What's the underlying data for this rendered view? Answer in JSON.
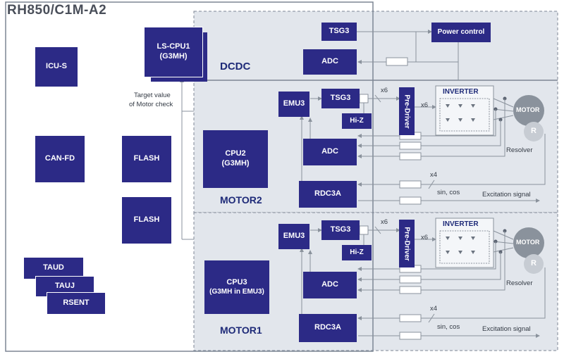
{
  "title": "RH850/C1M-A2",
  "domains": {
    "dcdc": "DCDC",
    "motor2": "MOTOR2",
    "motor1": "MOTOR1"
  },
  "blocks": {
    "icu_s": "ICU-S",
    "can_fd": "CAN-FD",
    "flash1": "FLASH",
    "flash2": "FLASH",
    "taud": "TAUD",
    "tauj": "TAUJ",
    "rsent": "RSENT",
    "ls_cpu1": "LS-CPU1",
    "ls_cpu1_sub": "(G3MH)",
    "cpu2": "CPU2",
    "cpu2_sub": "(G3MH)",
    "cpu3": "CPU3",
    "cpu3_sub": "(G3MH in EMU3)",
    "tsg3": "TSG3",
    "adc": "ADC",
    "emu3": "EMU3",
    "hiz": "Hi-Z",
    "rdc3a": "RDC3A",
    "power_control": "Power control",
    "pre_driver": "Pre-Driver",
    "inverter": "INVERTER",
    "motor": "MOTOR",
    "resolver_r": "R"
  },
  "notes": {
    "target_line1": "Target value",
    "target_line2": "of Motor check",
    "x6": "x6",
    "x4": "x4",
    "resolver": "Resolver",
    "sin_cos": "sin, cos",
    "excitation": "Excitation signal"
  }
}
